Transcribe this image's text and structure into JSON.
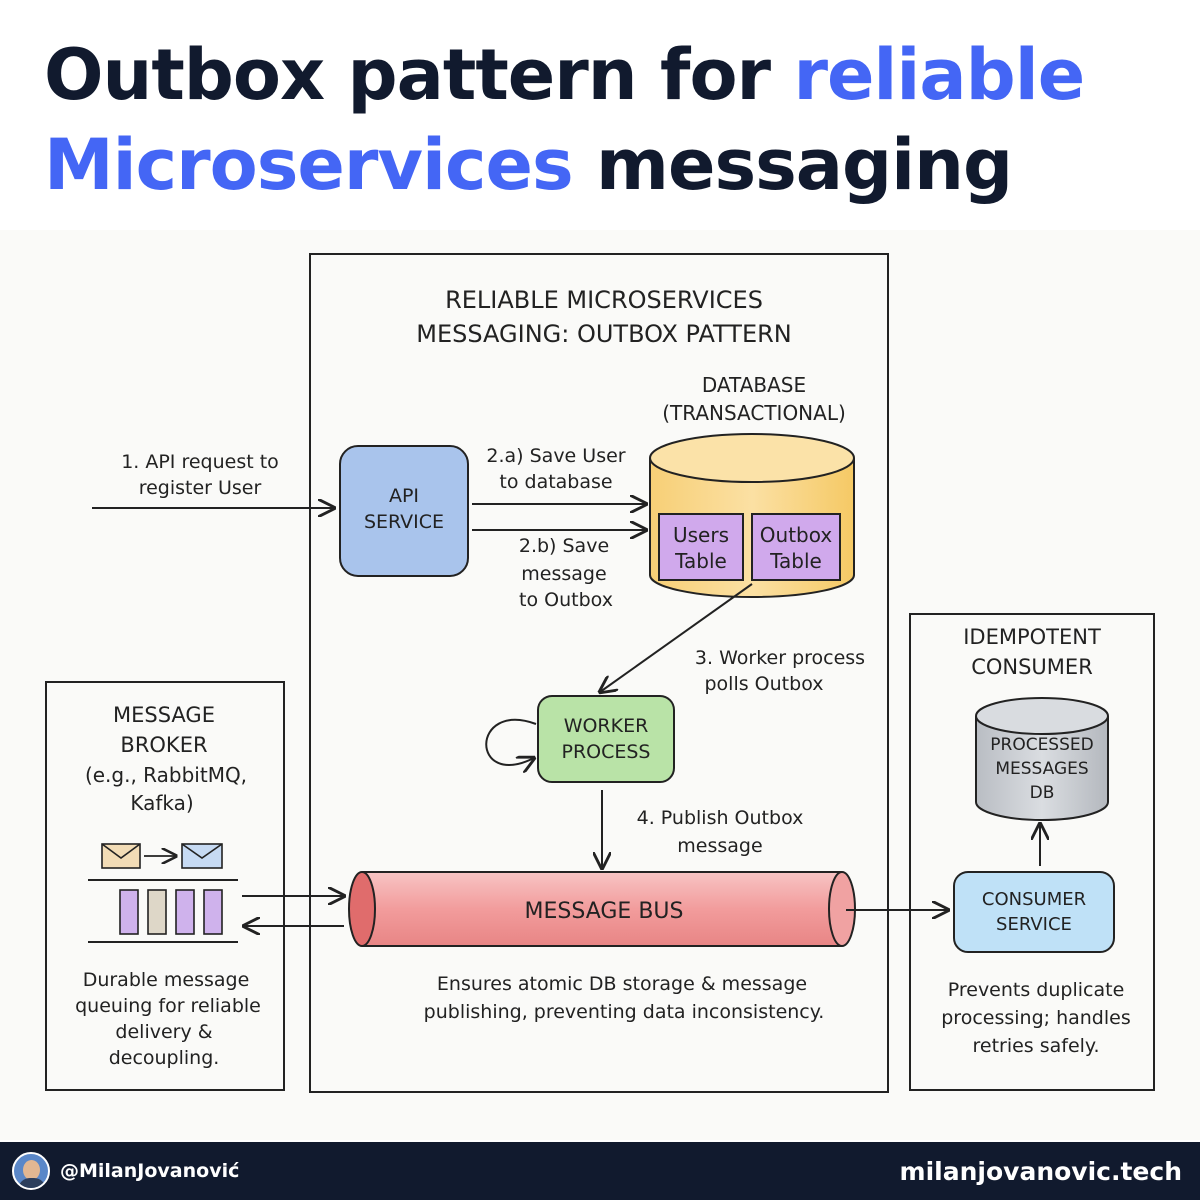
{
  "headline": {
    "part1": "Outbox pattern for ",
    "part2": "reliable",
    "part3": "Microservices",
    "part4": " messaging"
  },
  "diagram": {
    "title_line1": "RELIABLE MICROSERVICES",
    "title_line2": "MESSAGING: OUTBOX PATTERN",
    "database_label_line1": "DATABASE",
    "database_label_line2": "(TRANSACTIONAL)",
    "users_table_line1": "Users",
    "users_table_line2": "Table",
    "outbox_table_line1": "Outbox",
    "outbox_table_line2": "Table",
    "api_service_line1": "API",
    "api_service_line2": "SERVICE",
    "step1_line1": "1. API request to",
    "step1_line2": "register User",
    "step2a_line1": "2.a) Save User",
    "step2a_line2": "to database",
    "step2b_line1": "2.b) Save",
    "step2b_line2": "message",
    "step2b_line3": "to Outbox",
    "step3_line1": "3. Worker process",
    "step3_line2": "polls Outbox",
    "worker_line1": "WORKER",
    "worker_line2": "PROCESS",
    "step4_line1": "4. Publish Outbox",
    "step4_line2": "message",
    "message_bus": "MESSAGE BUS",
    "bus_note_line1": "Ensures atomic DB storage & message",
    "bus_note_line2": "publishing, preventing data inconsistency.",
    "broker_line1": "MESSAGE",
    "broker_line2": "BROKER",
    "broker_line3": "(e.g., RabbitMQ,",
    "broker_line4": "Kafka)",
    "broker_note_line1": "Durable message",
    "broker_note_line2": "queuing for reliable",
    "broker_note_line3": "delivery &",
    "broker_note_line4": "decoupling.",
    "consumer_title_line1": "IDEMPOTENT",
    "consumer_title_line2": "CONSUMER",
    "processed_db_line1": "PROCESSED",
    "processed_db_line2": "MESSAGES",
    "processed_db_line3": "DB",
    "consumer_service_line1": "CONSUMER",
    "consumer_service_line2": "SERVICE",
    "consumer_note_line1": "Prevents duplicate",
    "consumer_note_line2": "processing; handles",
    "consumer_note_line3": "retries safely."
  },
  "footer": {
    "handle": "@MilanJovanović",
    "website": "milanjovanovic.tech"
  },
  "colors": {
    "dark": "#111a2e",
    "accent": "#4466f5",
    "api_blue": "#a9c4ec",
    "db_yellow": "#f9d889",
    "table_purple": "#d0a9ec",
    "worker_green": "#b9e3a7",
    "bus_red": "#f3aeae",
    "consumer_blue": "#bfe1f7",
    "processed_gray": "#c8cbd0"
  }
}
